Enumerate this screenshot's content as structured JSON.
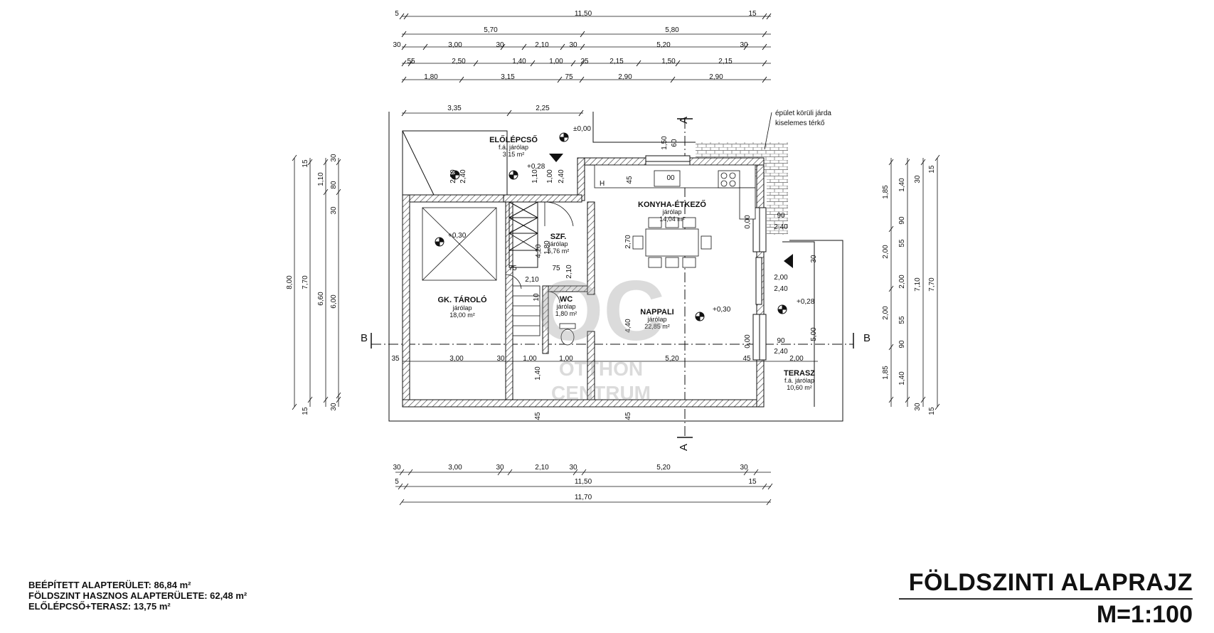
{
  "dims": {
    "top_row1": [
      "5",
      "11,50",
      "15"
    ],
    "top_row2": [
      "5,70",
      "5,80"
    ],
    "top_row3": [
      "30",
      "3,00",
      "30",
      "2,10",
      "30",
      "5,20",
      "30"
    ],
    "top_row4": [
      "55",
      "2,50",
      "1,40",
      "1,00",
      "25",
      "2,15",
      "1,50",
      "2,15"
    ],
    "top_row5": [
      "1,80",
      "3,15",
      "75",
      "2,90",
      "2,90"
    ],
    "upper": [
      "3,35",
      "2,25"
    ],
    "bottom_row1": [
      "30",
      "3,00",
      "30",
      "2,10",
      "30",
      "5,20",
      "30"
    ],
    "bottom_row2": [
      "5",
      "11,50",
      "15"
    ],
    "bottom_row3": [
      "11,70"
    ],
    "left_outer": [
      "8,00",
      "7,70",
      "6,60",
      "6,00"
    ],
    "left_small": [
      "15",
      "30",
      "1,10",
      "80",
      "30",
      "30",
      "15"
    ],
    "right_outer": [
      "7,10",
      "7,70"
    ],
    "right_col1": [
      "1,85",
      "2,00",
      "2,00",
      "1,85"
    ],
    "right_col2": [
      "1,40",
      "90",
      "55",
      "2,00",
      "55",
      "90",
      "1,40"
    ],
    "right_small": [
      "30",
      "15",
      "30",
      "15"
    ],
    "inner": {
      "zero_level": "±0,00",
      "step_level": "+0,28",
      "garage_level": "+0,30",
      "living_level": "+0,30",
      "terrace_level": "+0,28",
      "v1": "2,50",
      "v2": "2,40",
      "v3": "1,00",
      "v4": "2,40",
      "v5": "1,10",
      "v6": "1,50",
      "v7": "60",
      "v8": "2,70",
      "v9": "4,40",
      "v10": "45",
      "k1": "00",
      "k2": "90",
      "k3": "2,40",
      "k4": "0,00",
      "k5": "30",
      "k6": "2,00",
      "k7": "2,40",
      "k8": "90",
      "k9": "0,00",
      "k10": "2,40",
      "k11": "5,00",
      "st1": "75",
      "st2": "75",
      "st3": "2,10",
      "st4": "2,10",
      "st5": "10",
      "st6": "1,40",
      "st7": "1,00",
      "w1": "35",
      "w2": "3,00",
      "w3": "30",
      "w4": "1,00",
      "w5": "1,00",
      "w6": "5,20",
      "w7": "45",
      "w8": "2,00",
      "w9": "45",
      "w10": "45",
      "s1": "4,20",
      "s2": "1,80"
    }
  },
  "rooms": {
    "elolepcso": {
      "name": "ELŐLÉPCSŐ",
      "floor": "f.á. járólap",
      "area": "3,15 m²"
    },
    "tarolo": {
      "name": "GK. TÁROLÓ",
      "floor": "járólap",
      "area": "18,00 m²"
    },
    "szf": {
      "name": "SZF.",
      "floor": "járólap",
      "area": "5,76 m²"
    },
    "wc": {
      "name": "WC",
      "floor": "járólap",
      "area": "1,80 m²"
    },
    "konyha": {
      "name": "KONYHA-ÉTKEZŐ",
      "floor": "járólap",
      "area": "14,04 m²"
    },
    "nappali": {
      "name": "NAPPALI",
      "floor": "járólap",
      "area": "22,85 m²"
    },
    "terasz": {
      "name": "TERASZ",
      "floor": "f.á. járólap",
      "area": "10,60 m²"
    }
  },
  "annotation": {
    "line1": "épület körüli járda",
    "line2": "kiselemes térkő"
  },
  "section_marks": {
    "a": "A",
    "b": "B"
  },
  "kitchen_marks": {
    "h": "H"
  },
  "watermark": {
    "logo": "OC",
    "line1": "OTTHON",
    "line2": "CENTRUM"
  },
  "summary": {
    "built_area": "BEÉPÍTETT ALAPTERÜLET: 86,84 m²",
    "ground_area": "FÖLDSZINT HASZNOS ALAPTERÜLETE: 62,48 m²",
    "steps_terrace": "ELŐLÉPCSŐ+TERASZ: 13,75 m²"
  },
  "title": {
    "main": "FÖLDSZINTI ALAPRAJZ",
    "scale": "M=1:100"
  }
}
